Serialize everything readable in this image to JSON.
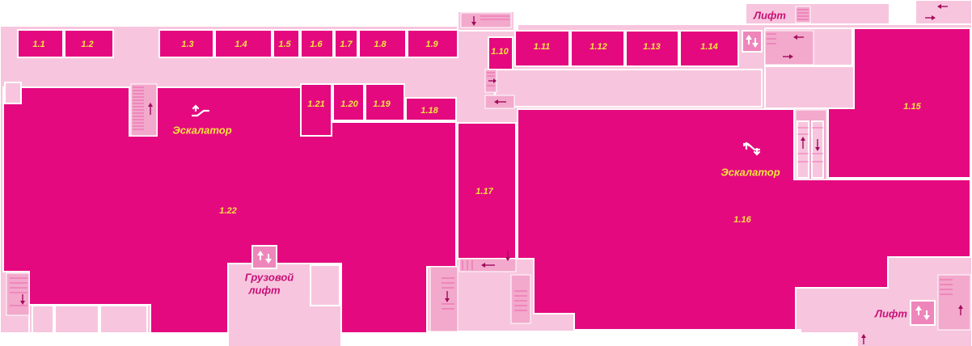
{
  "colors": {
    "shop": "#e4097f",
    "corridor": "#f7c6de",
    "label": "#f2e63d",
    "sign_dark": "#c80f76"
  },
  "units": {
    "u1_1": "1.1",
    "u1_2": "1.2",
    "u1_3": "1.3",
    "u1_4": "1.4",
    "u1_5": "1.5",
    "u1_6": "1.6",
    "u1_7": "1.7",
    "u1_8": "1.8",
    "u1_9": "1.9",
    "u1_10": "1.10",
    "u1_11": "1.11",
    "u1_12": "1.12",
    "u1_13": "1.13",
    "u1_14": "1.14",
    "u1_15": "1.15",
    "u1_16": "1.16",
    "u1_17": "1.17",
    "u1_18": "1.18",
    "u1_19": "1.19",
    "u1_20": "1.20",
    "u1_21": "1.21",
    "u1_22": "1.22"
  },
  "signs": {
    "escalator_left": "Эскалатор",
    "escalator_right": "Эскалатор",
    "freight_lift_line1": "Грузовой",
    "freight_lift_line2": "лифт",
    "lift_top": "Лифт",
    "lift_bottom": "Лифт"
  },
  "icons": {
    "escalator_up": "escalator-up-icon",
    "escalator_updown": "escalator-up-down-icon",
    "lift": "lift-icon",
    "stairs": "stairs-icon"
  }
}
